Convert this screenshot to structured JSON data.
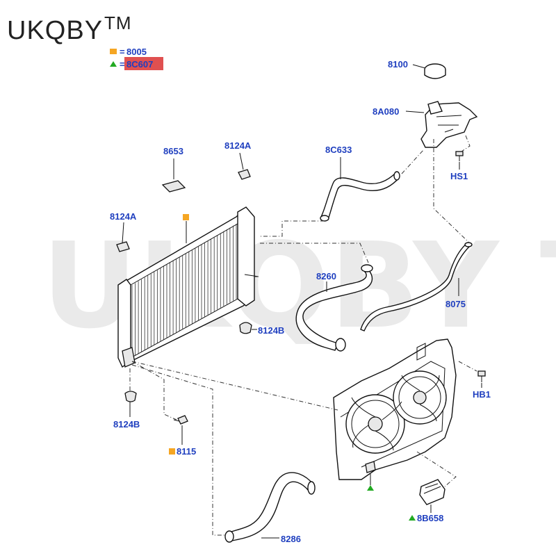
{
  "brand": {
    "name": "UKQBY",
    "mark": "TM"
  },
  "watermark": {
    "text": "UKQBY TM"
  },
  "legend": [
    {
      "symbol": "orange-square",
      "color": "#f5a623",
      "code": "8005"
    },
    {
      "symbol": "green-triangle",
      "color": "#22aa22",
      "code": "8C607",
      "highlight": "#e05050"
    }
  ],
  "labels": {
    "l8100": "8100",
    "l8A080": "8A080",
    "lHS1": "HS1",
    "l8653": "8653",
    "l8124A_top": "8124A",
    "l8C633": "8C633",
    "l8124A_left": "8124A",
    "l8260": "8260",
    "l8075": "8075",
    "l8124B_right": "8124B",
    "lHB1": "HB1",
    "l8124B_bottom": "8124B",
    "l8115": "8115",
    "l8B658": "8B658",
    "l8286": "8286"
  }
}
